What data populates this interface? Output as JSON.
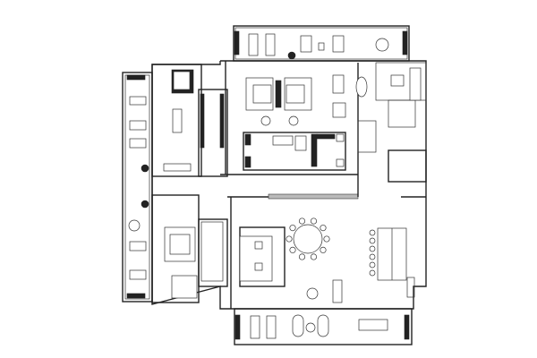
{
  "title": "",
  "colors": {
    "line": "#222222",
    "background": "#ffffff",
    "fill_dark": "#222222"
  },
  "rooms": [
    "bedroom-upper-left",
    "bedroom-lower-left",
    "master-suite",
    "bathroom-center",
    "kitchen",
    "living-room",
    "dining-room",
    "balcony-top",
    "balcony-left",
    "balcony-bottom"
  ]
}
